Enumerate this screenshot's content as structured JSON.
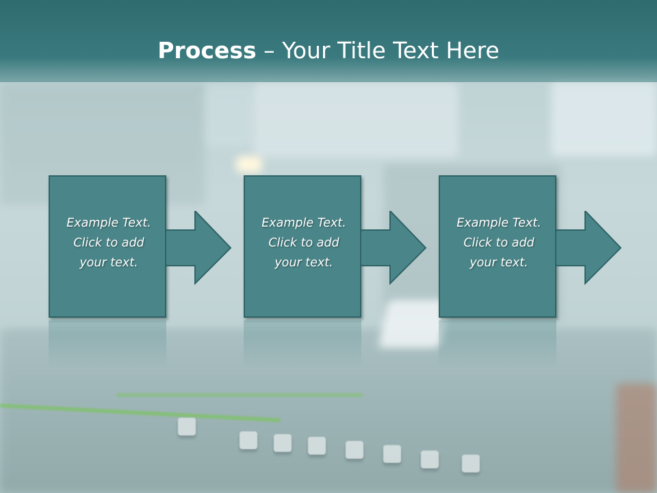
{
  "header": {
    "title_bold": "Process",
    "title_rest": " – Your Title Text Here"
  },
  "steps": [
    {
      "line1": "Example Text.",
      "line2": "Click  to add",
      "line3": "your text."
    },
    {
      "line1": "Example Text.",
      "line2": "Click  to add",
      "line3": "your text."
    },
    {
      "line1": "Example Text.",
      "line2": "Click  to add",
      "line3": "your text."
    }
  ],
  "colors": {
    "header": "#3a7a7e",
    "box_fill": "#4a8689",
    "box_border": "#2f6366",
    "text": "#ffffff"
  }
}
